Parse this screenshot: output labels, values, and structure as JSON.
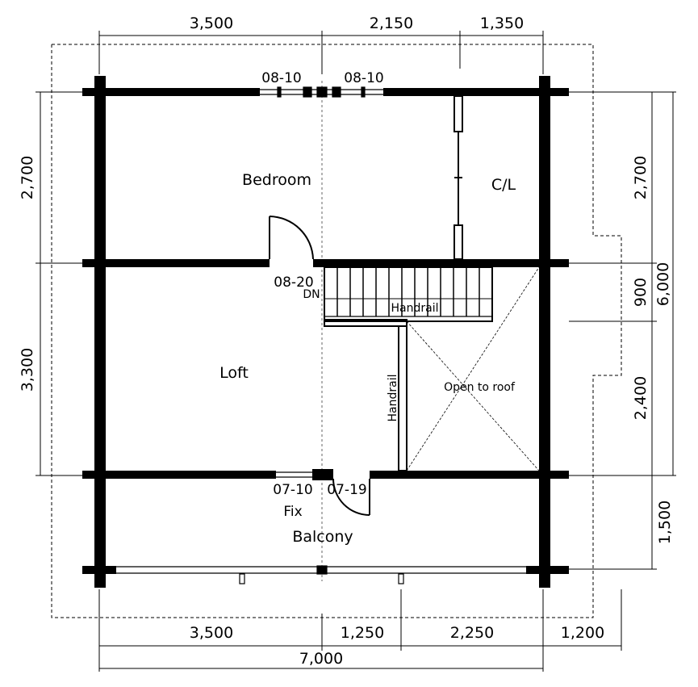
{
  "dimensions": {
    "top": [
      "3,500",
      "2,150",
      "1,350"
    ],
    "bottom": [
      "3,500",
      "1,250",
      "2,250",
      "1,200"
    ],
    "bottom_total": "7,000",
    "left": [
      "2,700",
      "3,300"
    ],
    "right": [
      "2,700",
      "900",
      "2,400",
      "1,500"
    ],
    "right_total": "6,000"
  },
  "rooms": {
    "bedroom": "Bedroom",
    "closet": "C/L",
    "loft": "Loft",
    "balcony": "Balcony",
    "open_to_roof": "Open to roof"
  },
  "labels": {
    "window_top_left": "08-10",
    "window_top_right": "08-10",
    "door_bedroom": "08-20",
    "stair_down": "DN",
    "handrail_horizontal": "Handrail",
    "handrail_vertical": "Handrail",
    "window_balcony": "07-10",
    "window_balcony_fix": "Fix",
    "door_balcony": "07-19"
  }
}
